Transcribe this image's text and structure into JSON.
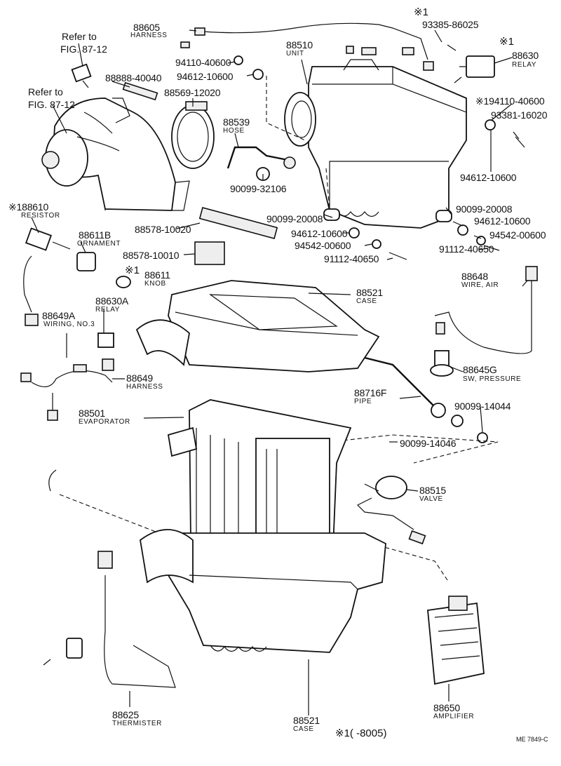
{
  "labels": {
    "p88605": "88605",
    "n88605": "HARNESS",
    "star1_top": "※1",
    "p93385": "93385-86025",
    "star1_relay": "※1",
    "p88630": "88630",
    "n88630": "RELAY",
    "ref1": "Refer to",
    "ref1b": "FIG. 87-12",
    "ref2": "Refer to",
    "ref2b": "FIG. 87-12",
    "p94110a": "94110-40600",
    "p94612a": "94612-10600",
    "p88888": "88888-40040",
    "p88569": "88569-12020",
    "p88510": "88510",
    "n88510": "UNIT",
    "p94110b": "※194110-40600",
    "p93381": "93381-16020",
    "p88539": "88539",
    "n88539": "HOSE",
    "p94612b": "94612-10600",
    "p90099_32106": "90099-32106",
    "p88610": "※188610",
    "n88610": "RESISTOR",
    "p90099_20008a": "90099-20008",
    "p90099_20008b": "90099-20008",
    "p88578a": "88578-10020",
    "p94612c": "94612-10600",
    "p94612d": "94612-10600",
    "p88611b": "88611B",
    "n88611b": "ORNAMENT",
    "p94542a": "94542-00600",
    "p94542b": "94542-00600",
    "p88578b": "88578-10010",
    "p91112a": "91112-40650",
    "p91112b": "91112-40650",
    "star1_knob": "※1",
    "p88611": "88611",
    "n88611": "KNOB",
    "p88648": "88648",
    "n88648": "WIRE, AIR",
    "p88521a": "88521",
    "n88521a": "CASE",
    "p88630a": "88630A",
    "n88630a": "RELAY",
    "p88649a": "88649A",
    "n88649a": "WIRING, NO.3",
    "p88645g": "88645G",
    "n88645g": "SW, PRESSURE",
    "p88649": "88649",
    "n88649": "HARNESS",
    "p88716f": "88716F",
    "n88716f": "PIPE",
    "p90099_14044": "90099-14044",
    "p88501": "88501",
    "n88501": "EVAPORATOR",
    "p90099_14046": "90099-14046",
    "p88515": "88515",
    "n88515": "VALVE",
    "p88625": "88625",
    "n88625": "THERMISTER",
    "p88521b": "88521",
    "n88521b": "CASE",
    "p88650": "88650",
    "n88650": "AMPLIFIER",
    "footnote": "※1(      -8005)",
    "code": "ME  7849-C"
  }
}
